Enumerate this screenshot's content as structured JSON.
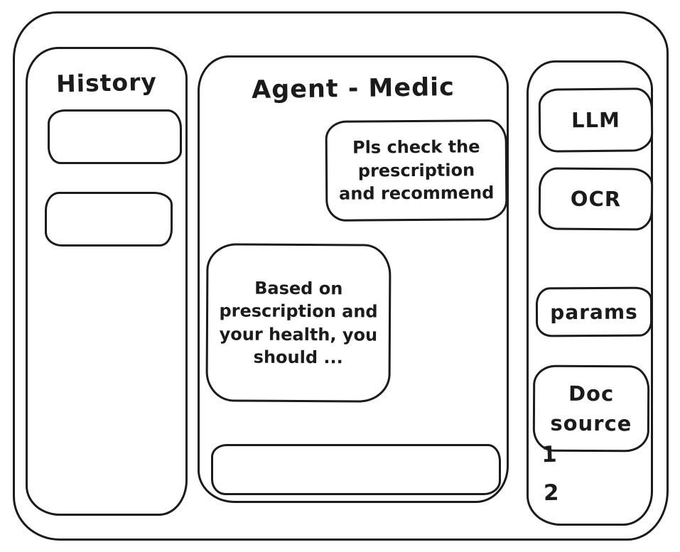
{
  "colors": {
    "stroke": "#1b1b1b",
    "background": "#ffffff"
  },
  "history_panel": {
    "title": "History",
    "items": [
      {
        "label": ""
      },
      {
        "label": ""
      }
    ]
  },
  "chat_panel": {
    "title": "Agent - Medic",
    "messages": [
      {
        "role": "user",
        "text": "Pls check the prescription and recommend"
      },
      {
        "role": "assistant",
        "text": "Based on prescription and your health, you should ..."
      }
    ],
    "input": {
      "value": "",
      "placeholder": ""
    }
  },
  "tools_panel": {
    "buttons": [
      {
        "label": "LLM"
      },
      {
        "label": "OCR"
      },
      {
        "label": "params"
      },
      {
        "label": "Doc source"
      }
    ],
    "doc_source_items": [
      "1",
      "2"
    ]
  }
}
